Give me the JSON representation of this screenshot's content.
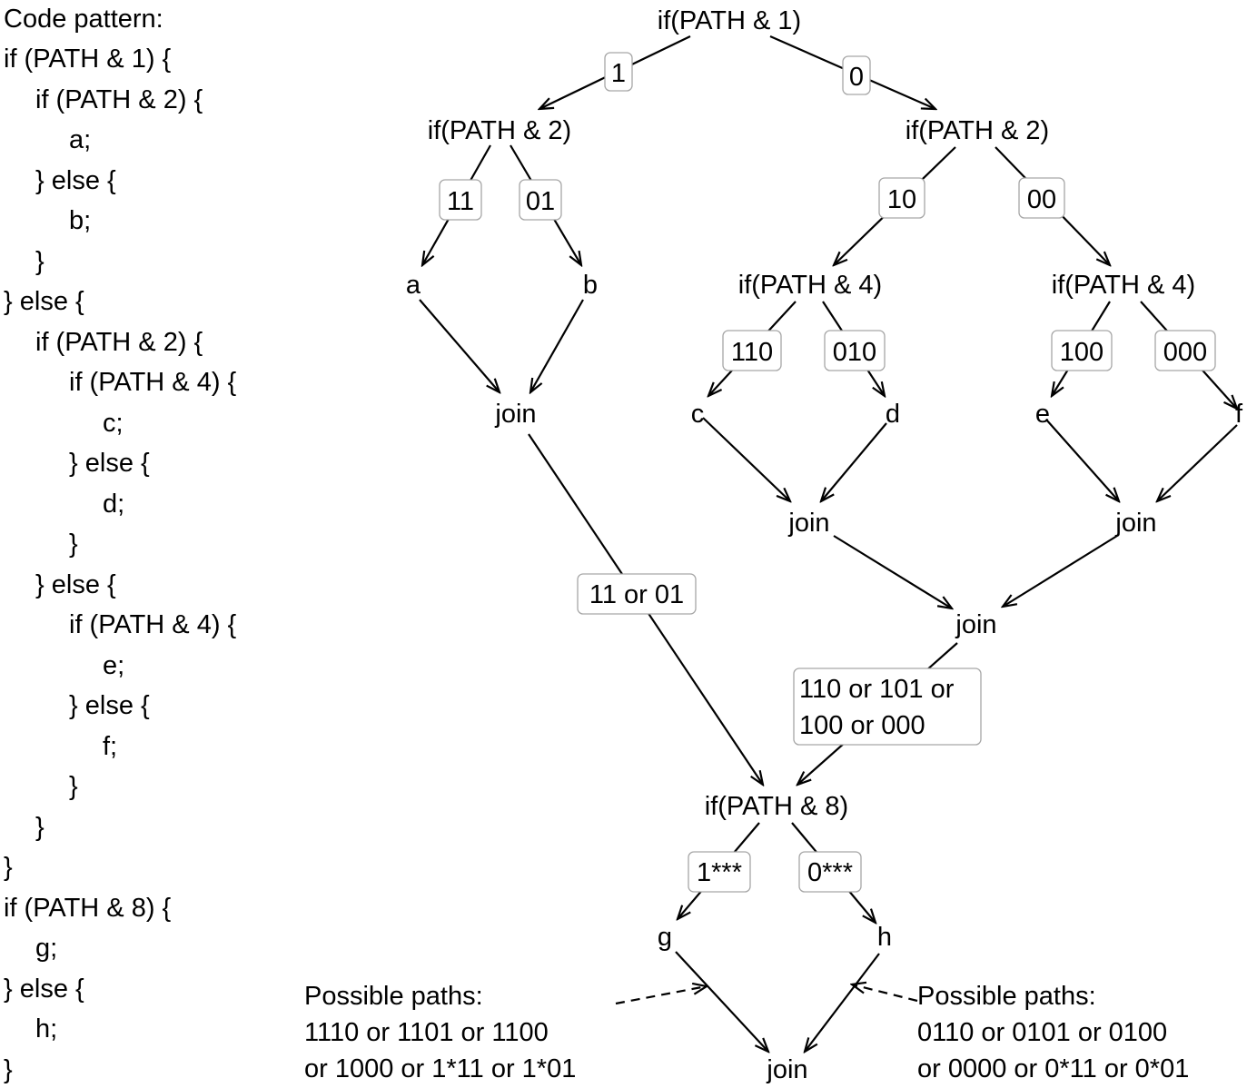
{
  "code": {
    "lines": [
      "Code pattern:",
      "if (PATH & 1) {",
      "if (PATH & 2) {",
      "a;",
      "} else {",
      "b;",
      "}",
      "} else {",
      "if (PATH & 2) {",
      "if (PATH & 4) {",
      "c;",
      "} else {",
      "d;",
      "}",
      "} else {",
      "if (PATH & 4) {",
      "e;",
      "} else {",
      "f;",
      "}",
      "}",
      "}",
      "if (PATH & 8) {",
      "g;",
      "} else {",
      "h;",
      "}"
    ]
  },
  "diagram": {
    "nodes": {
      "root": "if(PATH & 1)",
      "left_if": "if(PATH & 2)",
      "right_if": "if(PATH & 2)",
      "a": "a",
      "b": "b",
      "if4_left": "if(PATH & 4)",
      "if4_right": "if(PATH & 4)",
      "join_ab": "join",
      "c": "c",
      "d": "d",
      "e": "e",
      "f": "f",
      "join_cd": "join",
      "join_ef": "join",
      "join_cdef": "join",
      "if8": "if(PATH & 8)",
      "g": "g",
      "h": "h",
      "join_final": "join"
    },
    "edge_labels": {
      "root_left": "1",
      "root_right": "0",
      "to_a": "11",
      "to_b": "01",
      "to_if4_left": "10",
      "to_if4_right": "00",
      "to_c": "110",
      "to_d": "010",
      "to_e": "100",
      "to_f": "000",
      "join_ab_to_if8": "11 or 01",
      "join_cdef_to_if8_line1": "110 or 101 or",
      "join_cdef_to_if8_line2": "100 or 000",
      "to_g": "1***",
      "to_h": "0***"
    }
  },
  "annotations": {
    "left": {
      "title": "Possible paths:",
      "line1": "1110 or 1101 or 1100",
      "line2": "or 1000 or 1*11 or 1*01"
    },
    "right": {
      "title": "Possible paths:",
      "line1": "0110 or 0101 or 0100",
      "line2": "or 0000 or 0*11 or 0*01"
    }
  }
}
